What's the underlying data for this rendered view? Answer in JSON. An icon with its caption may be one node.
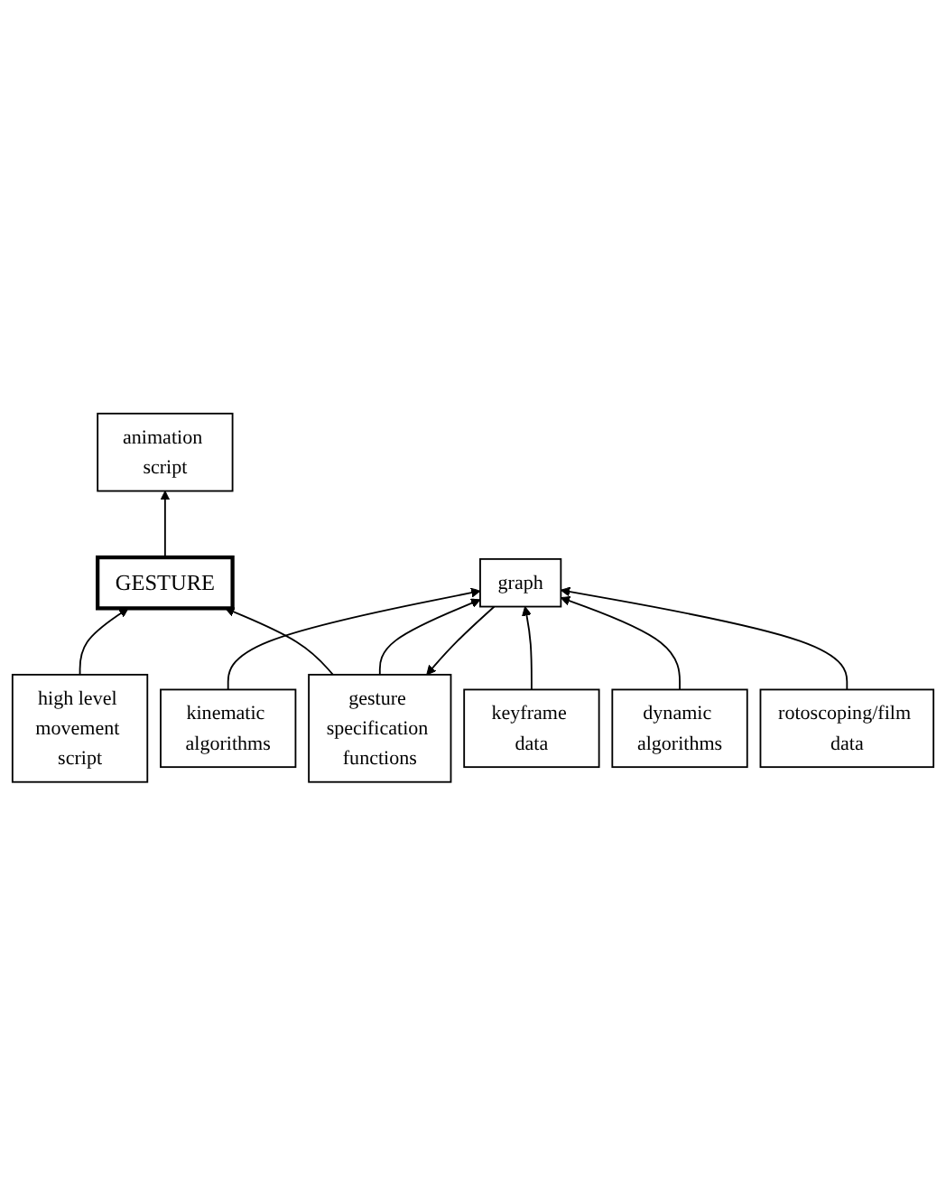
{
  "diagram": {
    "nodes": [
      {
        "text": [
          "high level movement script"
        ]
      },
      {
        "text": [
          "GESTURE"
        ]
      },
      {
        "text": [
          "animation script"
        ]
      },
      {
        "text": [
          "gesture specification functions"
        ]
      },
      {
        "text": [
          "kinematic algorithms"
        ]
      },
      {
        "text": [
          "graph"
        ]
      },
      {
        "text": [
          "keyframe data"
        ]
      },
      {
        "text": [
          "dynamic algorithms"
        ]
      },
      {
        "text": [
          "rotoscoping/film data"
        ]
      }
    ],
    "edges": [
      {
        "from": 0,
        "to": 1,
        "arrow": "to"
      },
      {
        "from": 1,
        "to": 2,
        "arrow": "to"
      },
      {
        "from": 3,
        "to": 1,
        "arrow": "to"
      },
      {
        "from": 3,
        "to": 5,
        "arrow": "to"
      },
      {
        "from": 5,
        "to": 3,
        "arrow": "to"
      },
      {
        "from": 4,
        "to": 5,
        "arrow": "to"
      },
      {
        "from": 6,
        "to": 5,
        "arrow": "to"
      },
      {
        "from": 7,
        "to": 5,
        "arrow": "to"
      },
      {
        "from": 8,
        "to": 5,
        "arrow": "to"
      }
    ]
  }
}
